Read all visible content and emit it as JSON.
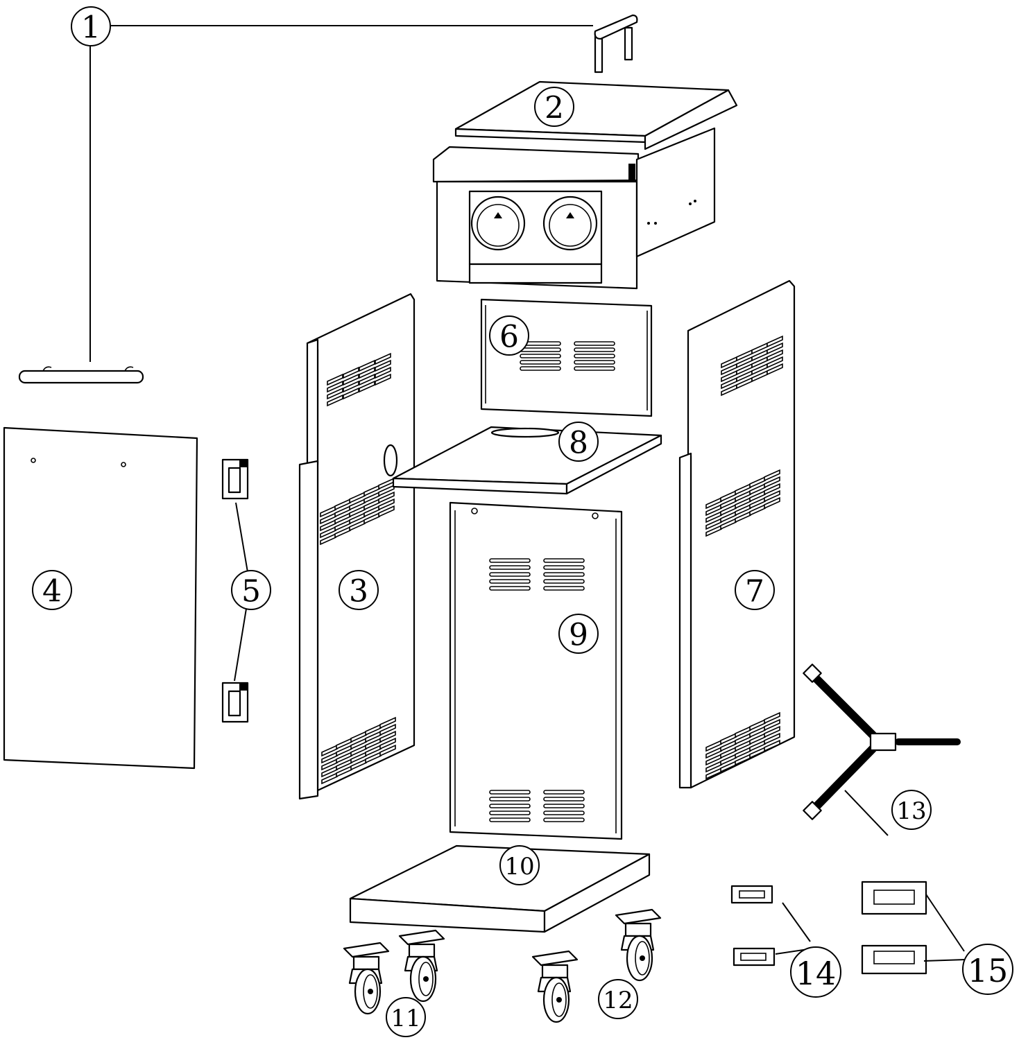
{
  "diagram": {
    "callouts": [
      {
        "id": "1",
        "text": "1"
      },
      {
        "id": "2",
        "text": "2"
      },
      {
        "id": "3",
        "text": "3"
      },
      {
        "id": "4",
        "text": "4"
      },
      {
        "id": "5",
        "text": "5"
      },
      {
        "id": "6",
        "text": "6"
      },
      {
        "id": "7",
        "text": "7"
      },
      {
        "id": "8",
        "text": "8"
      },
      {
        "id": "9",
        "text": "9"
      },
      {
        "id": "10",
        "text": "10"
      },
      {
        "id": "11",
        "text": "11"
      },
      {
        "id": "12",
        "text": "12"
      },
      {
        "id": "13",
        "text": "13"
      },
      {
        "id": "14",
        "text": "14"
      },
      {
        "id": "15",
        "text": "15"
      }
    ]
  }
}
